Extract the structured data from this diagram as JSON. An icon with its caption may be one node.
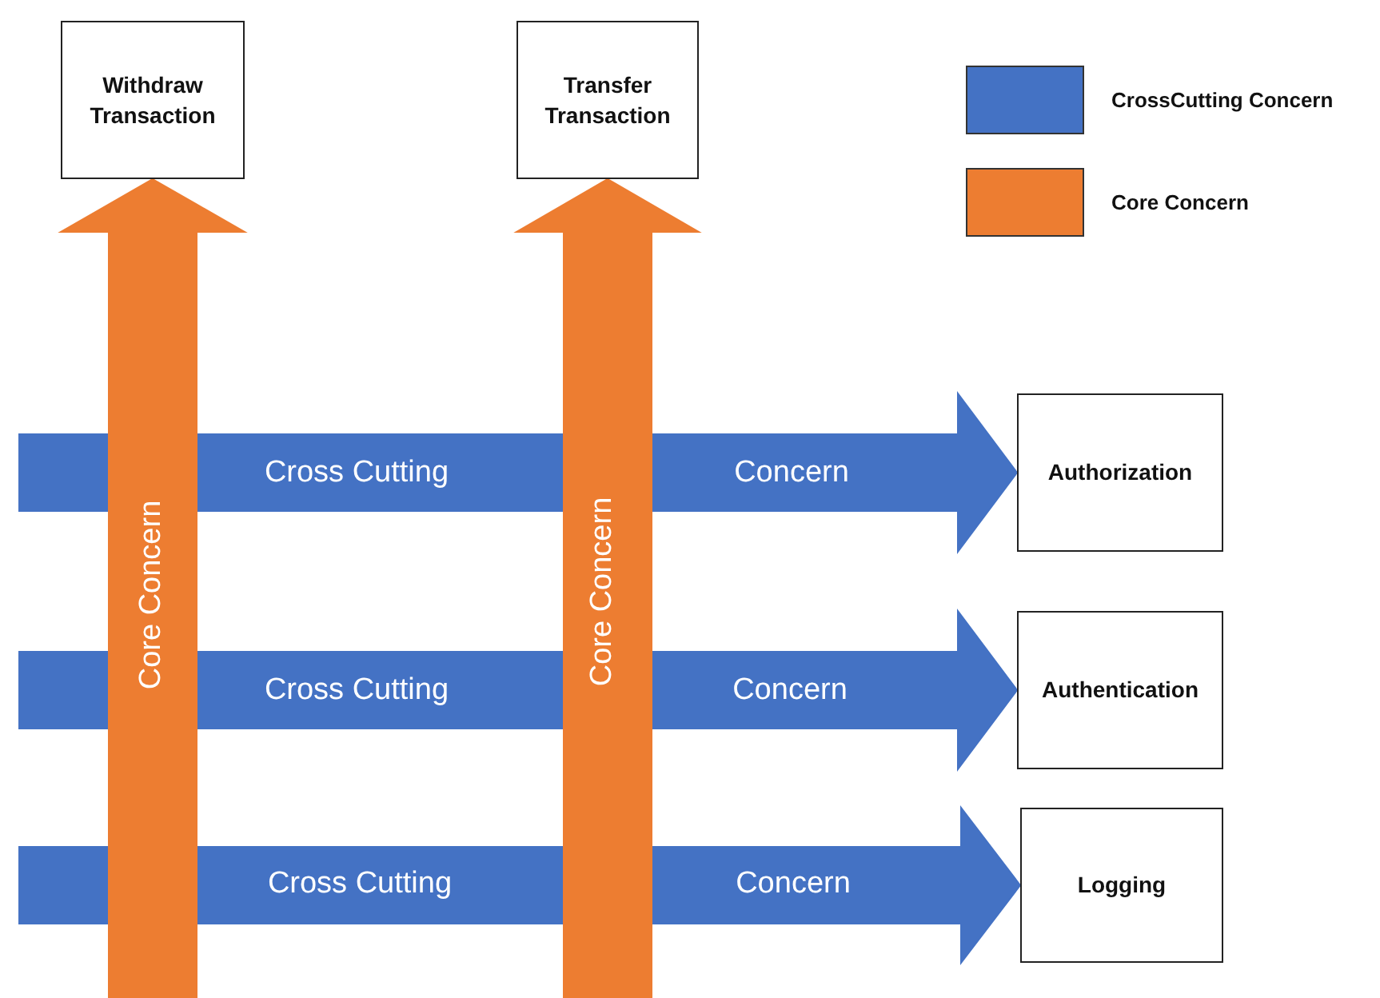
{
  "diagram": {
    "nodes": [
      {
        "text": [
          "Withdraw Transaction"
        ]
      },
      {
        "text": [
          "Transfer Transaction"
        ]
      },
      {
        "text": [
          "Authorization"
        ]
      },
      {
        "text": [
          "Authentication"
        ]
      },
      {
        "text": [
          "Logging"
        ]
      }
    ],
    "edges": [
      {
        "from": null,
        "to": 2,
        "arrow": "to",
        "label": "Cross Cutting",
        "style": "thick"
      },
      {
        "from": null,
        "to": 3,
        "arrow": "to",
        "label": "Cross Cutting",
        "style": "thick"
      },
      {
        "from": null,
        "to": 4,
        "arrow": "to",
        "label": "Cross Cutting",
        "style": "thick"
      },
      {
        "from": null,
        "to": 0,
        "arrow": "to",
        "label": "Core Concern",
        "style": "thick",
        "color": "#ed7d31"
      },
      {
        "from": null,
        "to": 1,
        "arrow": "to",
        "label": "Core Concern",
        "style": "thick",
        "color": "#ed7d31"
      }
    ],
    "labels": [
      "Concern",
      "Concern",
      "Concern"
    ],
    "legend": [
      {
        "text": "CrossCutting Concern",
        "color": "#4472c4"
      },
      {
        "text": "Core Concern",
        "color": "#ed7d31"
      }
    ]
  }
}
